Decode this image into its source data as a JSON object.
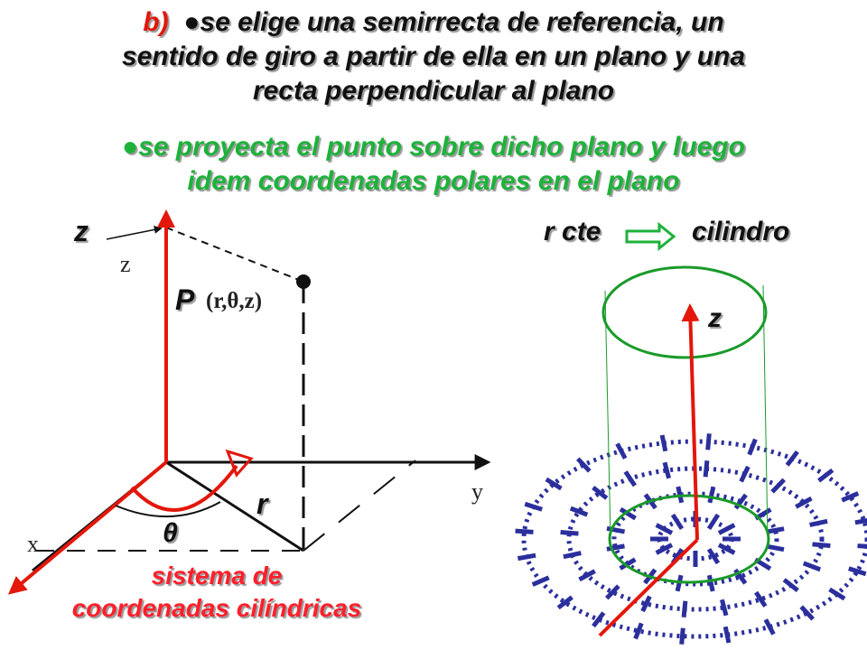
{
  "heading": {
    "label": "b)",
    "bullet": "●",
    "line1": "se elige una semirrecta de referencia, un",
    "line2": "sentido de giro a partir de ella en un plano y una",
    "line3": "recta perpendicular al plano",
    "line4": "se proyecta el punto sobre dicho plano y luego",
    "line5": "idem coordenadas polares en el plano"
  },
  "left_diagram": {
    "z_label": "z",
    "z_axis": "z",
    "y_axis": "y",
    "x_axis": "x",
    "point_label": "P",
    "point_coords": "(r,θ,z)",
    "r_label": "r",
    "theta_label": "θ"
  },
  "caption": {
    "line1": "sistema de",
    "line2": "coordenadas cilíndricas"
  },
  "right_diagram": {
    "r_cte": "r cte",
    "cilindro": "cilindro",
    "z_label": "z"
  },
  "colors": {
    "green_text": "#1db23a",
    "red_axis": "#e3170a",
    "blue_dots": "#2b2f9c",
    "cylinder_green": "#1a9a2a"
  }
}
